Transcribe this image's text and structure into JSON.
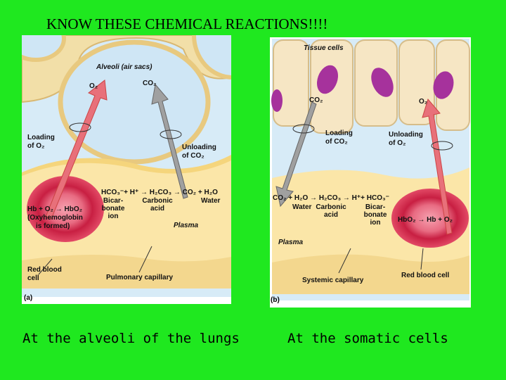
{
  "title": "KNOW THESE CHEMICAL REACTIONS!!!!",
  "captions": {
    "left": "At the alveoli of the lungs",
    "right": "At the somatic cells"
  },
  "panel_a": {
    "letter": "(a)",
    "alveoli": "Alveoli (air sacs)",
    "o2": "O₂",
    "co2": "CO₂",
    "loading": "Loading",
    "loading_of": "of O₂",
    "unloading": "Unloading",
    "unloading_of": "of CO₂",
    "reaction": "HCO₃⁻+ H⁺ → H₂CO₃ → CO₂ + H₂O",
    "bicarbonate_1": "Bicar-",
    "bicarbonate_2": "bonate",
    "bicarbonate_3": "ion",
    "carbonic_1": "Carbonic",
    "carbonic_2": "acid",
    "water": "Water",
    "hb_reaction": "Hb + O₂ → HbO₂",
    "oxy_1": "(Oxyhemoglobin",
    "oxy_2": "is formed)",
    "plasma": "Plasma",
    "rbc_1": "Red blood",
    "rbc_2": "cell",
    "capillary": "Pulmonary capillary"
  },
  "panel_b": {
    "letter": "(b)",
    "tissue": "Tissue cells",
    "co2": "CO₂",
    "o2": "O₂",
    "loading": "Loading",
    "loading_of": "of CO₂",
    "unloading": "Unloading",
    "unloading_of": "of O₂",
    "reaction": "CO₂ + H₂O → H₂CO₃ → H⁺+ HCO₃⁻",
    "water": "Water",
    "carbonic_1": "Carbonic",
    "carbonic_2": "acid",
    "bicarbonate_1": "Bicar-",
    "bicarbonate_2": "bonate",
    "bicarbonate_3": "ion",
    "hb_reaction": "HbO₂ → Hb + O₂",
    "plasma": "Plasma",
    "rbc": "Red blood cell",
    "capillary": "Systemic capillary"
  },
  "colors": {
    "background": "#1fe81f",
    "alveolus_fill": "#cfe6f5",
    "plasma": "#fbe6a8",
    "rbc": "#d8324f",
    "arrow_red": "#e8707a",
    "arrow_gray": "#9a9a9a",
    "nucleus": "#a6329c"
  }
}
